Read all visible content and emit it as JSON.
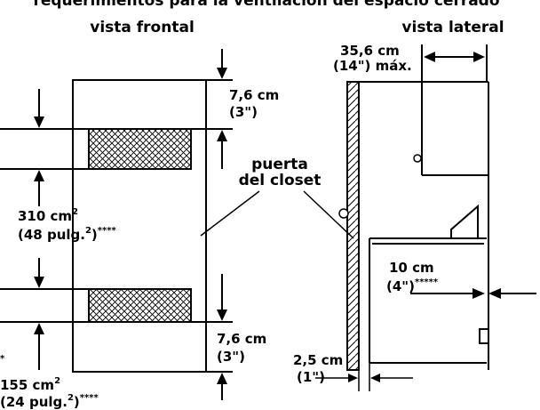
{
  "top_caption": "requerimientos para la ventilación del espacio cerrado",
  "front_view": {
    "title": "vista frontal",
    "top_gap_value": "7,6 cm",
    "top_gap_unit": "(3\")",
    "bottom_gap_value": "7,6 cm",
    "bottom_gap_unit": "(3\")",
    "upper_vent_area": "310 cm",
    "upper_vent_area_sup": "2",
    "upper_vent_area_alt": "(48 pulg.",
    "upper_vent_area_alt_sup": "2",
    "upper_vent_area_alt_end": ")",
    "upper_vent_note": "****",
    "lower_vent_area": "155 cm",
    "lower_vent_area_sup": "2",
    "lower_vent_area_alt": "(24 pulg.",
    "lower_vent_area_alt_sup": "2",
    "lower_vent_area_alt_end": ")",
    "lower_vent_note": "****",
    "left_mark": "*"
  },
  "door_label": {
    "line1": "puerta",
    "line2": "del closet"
  },
  "side_view": {
    "title": "vista lateral",
    "top_clearance_value": "35,6 cm",
    "top_clearance_unit": "(14\") máx.",
    "front_clearance_value": "10 cm",
    "front_clearance_unit": "(4\")",
    "front_clearance_note": "*****",
    "rear_clearance_value": "2,5 cm",
    "rear_clearance_unit": "(1\")"
  }
}
